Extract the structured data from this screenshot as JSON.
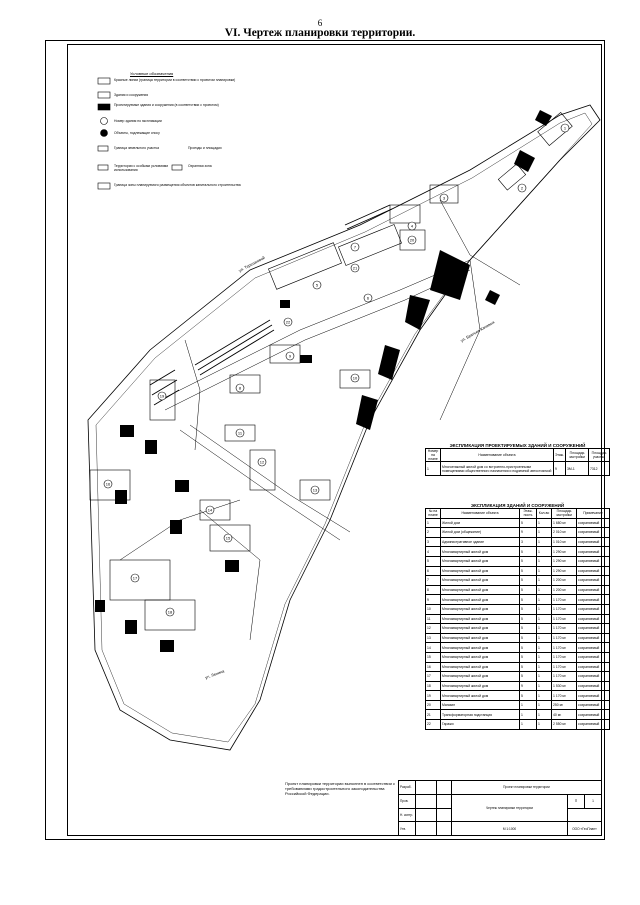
{
  "page_number": "6",
  "title": "VI. Чертеж планировки территории.",
  "legend": {
    "title": "Условные обозначения",
    "items": [
      "Красные линии (граница территории в соответствии с проектом планировки)",
      "Здания и сооружения",
      "Проектируемые здания и сооружения (в соответствии с проектом)",
      "Номер здания по экспликации",
      "Объекты, подлежащие сносу",
      "Граница земельного участка",
      "Проезды и площадки",
      "Территории с особыми условиями использования",
      "Охранная зона",
      "Граница зоны планируемого размещения объектов капитального строительства"
    ]
  },
  "streets": [
    "ул. Терешковой",
    "ул. Братьев Качевых",
    "ул. Ленина"
  ],
  "building_numbers": [
    "1",
    "2",
    "3",
    "4",
    "5",
    "6",
    "7",
    "8",
    "9",
    "10",
    "11",
    "12",
    "13",
    "14",
    "15",
    "16",
    "17",
    "18",
    "19",
    "20",
    "21",
    "22"
  ],
  "table_projected": {
    "caption": "ЭКСПЛИКАЦИЯ ПРОЕКТИРУЕМЫХ ЗДАНИЙ И СООРУЖЕНИЙ",
    "headers": [
      "Номер на плане",
      "Наименование объекта",
      "Этаж.",
      "Площадь застройки",
      "Площадь участка"
    ],
    "rows": [
      [
        "1",
        "Многоэтажный жилой дом со встроенно-пристроенными помещениями общественного назначения и подземной автостоянкой",
        "9",
        "3М-1",
        "7312"
      ]
    ]
  },
  "table_existing": {
    "caption": "ЭКСПЛИКАЦИЯ ЗДАНИЙ И СООРУЖЕНИЙ",
    "headers": [
      "№ на плане",
      "Наименование объекта",
      "Этаж-ность",
      "Кол-во",
      "Площадь застройки",
      "Примечание"
    ],
    "rows": [
      [
        "1",
        "Жилой дом",
        "5",
        "1",
        "1 680 м²",
        "сохраняемый"
      ],
      [
        "2",
        "Жилой дом (общежитие)",
        "9",
        "1",
        "2 010 м²",
        "сохраняемый"
      ],
      [
        "3",
        "Административное здание",
        "3",
        "1",
        "1 010 м²",
        "сохраняемый"
      ],
      [
        "4",
        "Многоквартирный жилой дом",
        "5",
        "1",
        "1 290 м²",
        "сохраняемый"
      ],
      [
        "5",
        "Многоквартирный жилой дом",
        "5",
        "1",
        "1 290 м²",
        "сохраняемый"
      ],
      [
        "6",
        "Многоквартирный жилой дом",
        "5",
        "1",
        "1 290 м²",
        "сохраняемый"
      ],
      [
        "7",
        "Многоквартирный жилой дом",
        "5",
        "1",
        "1 200 м²",
        "сохраняемый"
      ],
      [
        "8",
        "Многоквартирный жилой дом",
        "5",
        "1",
        "1 200 м²",
        "сохраняемый"
      ],
      [
        "9",
        "Многоквартирный жилой дом",
        "5",
        "1",
        "1 170 м²",
        "сохраняемый"
      ],
      [
        "10",
        "Многоквартирный жилой дом",
        "5",
        "1",
        "1 170 м²",
        "сохраняемый"
      ],
      [
        "11",
        "Многоквартирный жилой дом",
        "5",
        "1",
        "1 170 м²",
        "сохраняемый"
      ],
      [
        "12",
        "Многоквартирный жилой дом",
        "5",
        "1",
        "1 170 м²",
        "сохраняемый"
      ],
      [
        "13",
        "Многоквартирный жилой дом",
        "5",
        "1",
        "1 170 м²",
        "сохраняемый"
      ],
      [
        "14",
        "Многоквартирный жилой дом",
        "5",
        "1",
        "1 170 м²",
        "сохраняемый"
      ],
      [
        "15",
        "Многоквартирный жилой дом",
        "5",
        "1",
        "1 170 м²",
        "сохраняемый"
      ],
      [
        "16",
        "Многоквартирный жилой дом",
        "5",
        "1",
        "1 170 м²",
        "сохраняемый"
      ],
      [
        "17",
        "Многоквартирный жилой дом",
        "5",
        "1",
        "1 170 м²",
        "сохраняемый"
      ],
      [
        "18",
        "Многоквартирный жилой дом",
        "9",
        "1",
        "1 530 м²",
        "сохраняемый"
      ],
      [
        "19",
        "Многоквартирный жилой дом",
        "5",
        "1",
        "1 170 м²",
        "сохраняемый"
      ],
      [
        "20",
        "Магазин",
        "1",
        "1",
        "250 м²",
        "сохраняемый"
      ],
      [
        "21",
        "Трансформаторная подстанция",
        "1",
        "1",
        "40 м²",
        "сохраняемый"
      ],
      [
        "22",
        "Гаражи",
        "1",
        "1",
        "2 550 м²",
        "сохраняемый"
      ]
    ]
  },
  "note": "Проект планировки территории выполнен в соответствии с требованиями градостроительного законодательства Российской Федерации.",
  "stamp": {
    "project": "Проект планировки территории",
    "sheet_title": "Чертеж планировки территории",
    "stage": "П",
    "sheet": "1",
    "scale": "М 1:1000",
    "org": "ООО «ГеоПлан»",
    "roles": [
      "Разраб.",
      "Пров.",
      "Н. контр.",
      "Утв."
    ]
  }
}
